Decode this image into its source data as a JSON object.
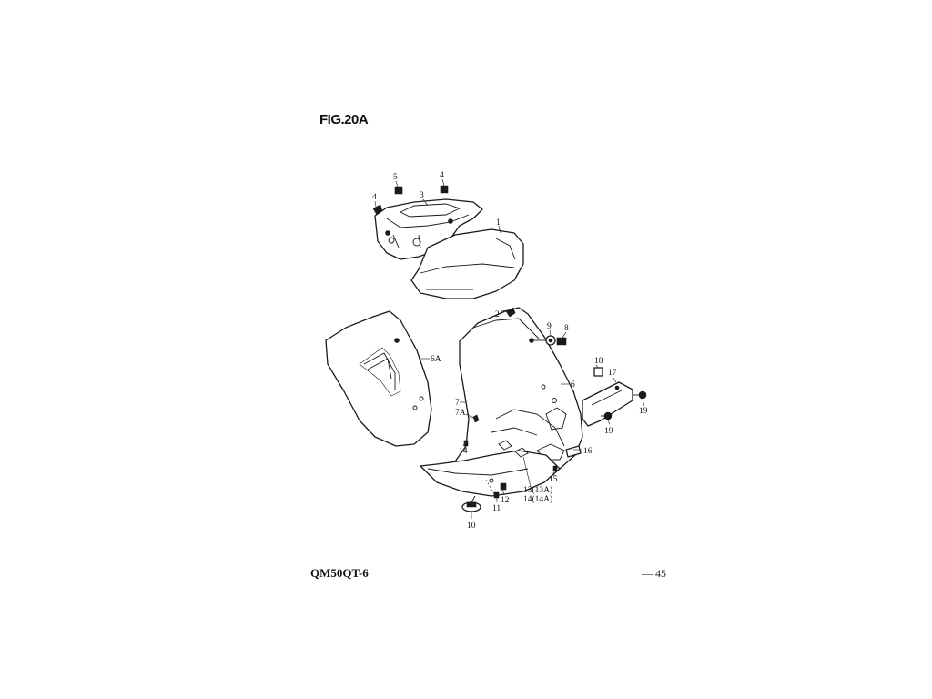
{
  "figure": {
    "title": "FIG.20A"
  },
  "footer": {
    "model": "QM50QT-6",
    "page": "— 45"
  },
  "callouts": {
    "c1": "1",
    "c2": "2",
    "c3": "3",
    "c4a": "4",
    "c4b": "4",
    "c5": "5",
    "c6": "6",
    "c6a": "6A",
    "c7": "7",
    "c7a": "7A",
    "c8": "8",
    "c9": "9",
    "c10": "10",
    "c11": "11",
    "c12": "12",
    "c13": "13(13A)",
    "c14a": "14",
    "c14b": "14(14A)",
    "c15": "15",
    "c16": "16",
    "c17": "17",
    "c18": "18",
    "c19a": "19",
    "c19b": "19"
  }
}
